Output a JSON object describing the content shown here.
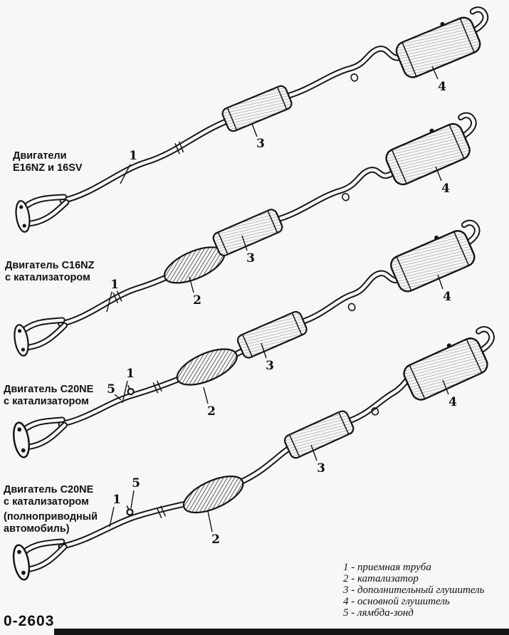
{
  "colors": {
    "paper": "#f7f7f5",
    "ink": "#141414"
  },
  "figure_number": "0-2603",
  "engine_labels": [
    {
      "lines": [
        "Двигатели",
        "E16NZ и 16SV"
      ]
    },
    {
      "lines": [
        "Двигатель C16NZ",
        "с катализатором"
      ]
    },
    {
      "lines": [
        "Двигатель C20NE",
        "с катализатором"
      ]
    },
    {
      "lines": [
        "Двигатель C20NE",
        "с катализатором",
        "(полноприводный",
        "автомобиль)"
      ]
    }
  ],
  "callouts": [
    {
      "system": 1,
      "label": "1"
    },
    {
      "system": 1,
      "label": "3"
    },
    {
      "system": 1,
      "label": "4"
    },
    {
      "system": 2,
      "label": "1"
    },
    {
      "system": 2,
      "label": "2"
    },
    {
      "system": 2,
      "label": "3"
    },
    {
      "system": 2,
      "label": "4"
    },
    {
      "system": 3,
      "label": "5"
    },
    {
      "system": 3,
      "label": "1"
    },
    {
      "system": 3,
      "label": "2"
    },
    {
      "system": 3,
      "label": "3"
    },
    {
      "system": 3,
      "label": "4"
    },
    {
      "system": 4,
      "label": "1"
    },
    {
      "system": 4,
      "label": "5"
    },
    {
      "system": 4,
      "label": "2"
    },
    {
      "system": 4,
      "label": "3"
    },
    {
      "system": 4,
      "label": "4"
    }
  ],
  "legend": {
    "items": [
      "1 - приемная труба",
      "2 - катализатор",
      "3 - дополнительный глушитель",
      "4 - основной глушитель",
      "5 - лямбда-зонд"
    ]
  }
}
